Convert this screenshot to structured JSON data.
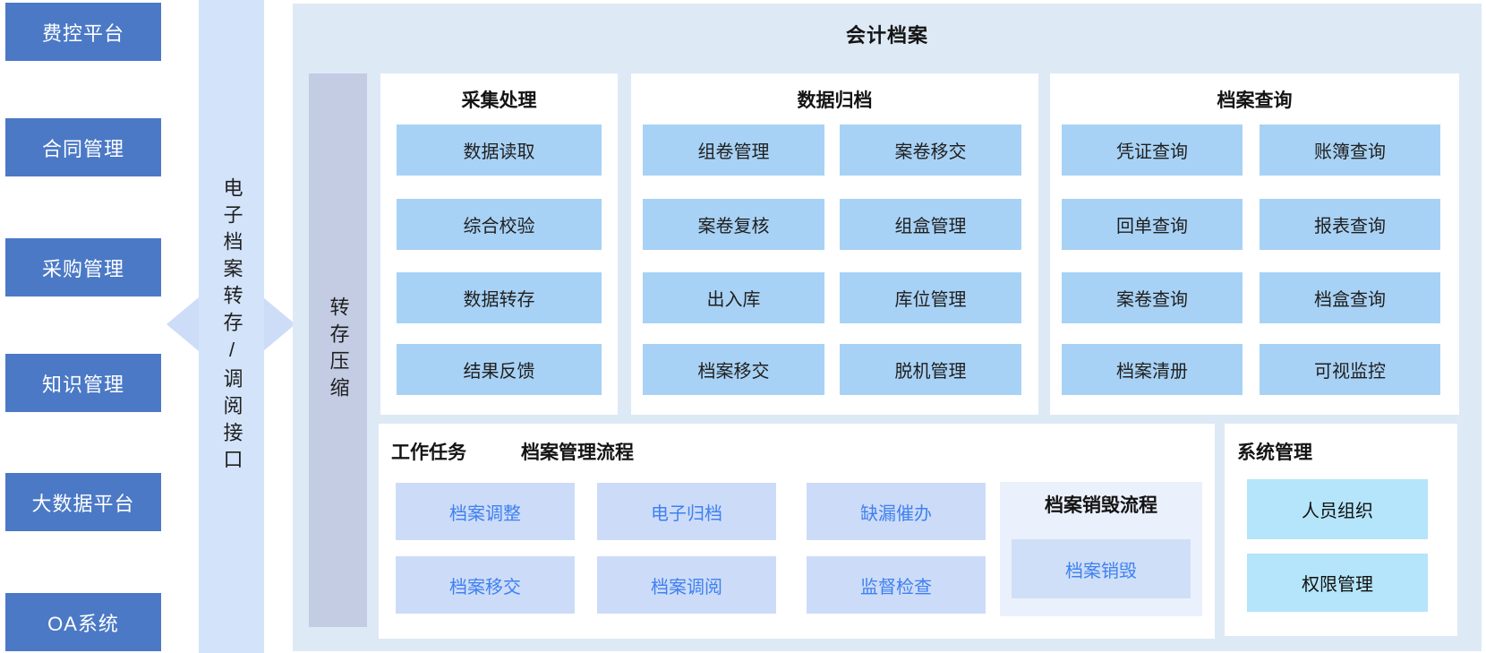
{
  "colors": {
    "external_system_blue": "#4b79c6",
    "interface_bar_blue": "#d3e3fa",
    "arrow_blue": "#cdddf7",
    "main_panel_bg": "#dee9f6",
    "compress_bar_bg": "#c3cce3",
    "module_button_blue": "#a8d2f5",
    "task_button_bg": "#ccdcf8",
    "task_button_text": "#4080f0",
    "destroy_panel_bg": "#eaf1fc",
    "system_button_cyan": "#b5e5fa"
  },
  "left_systems": [
    "费控平台",
    "合同管理",
    "采购管理",
    "知识管理",
    "大数据平台",
    "OA系统"
  ],
  "interface_bar": {
    "label": "电子档案转存/调阅接口"
  },
  "main": {
    "title": "会计档案",
    "compress_label": "转存压缩",
    "panels": [
      {
        "title": "采集处理",
        "buttons": [
          "数据读取",
          "综合校验",
          "数据转存",
          "结果反馈"
        ]
      },
      {
        "title": "数据归档",
        "buttons": [
          "组卷管理",
          "案卷移交",
          "案卷复核",
          "组盒管理",
          "出入库",
          "库位管理",
          "档案移交",
          "脱机管理"
        ]
      },
      {
        "title": "档案查询",
        "buttons": [
          "凭证查询",
          "账簿查询",
          "回单查询",
          "报表查询",
          "案卷查询",
          "档盒查询",
          "档案清册",
          "可视监控"
        ]
      }
    ],
    "tasks": {
      "label": "工作任务",
      "process_label": "档案管理流程",
      "buttons": [
        "档案调整",
        "电子归档",
        "缺漏催办",
        "档案移交",
        "档案调阅",
        "监督检查"
      ],
      "destroy": {
        "title": "档案销毁流程",
        "button": "档案销毁"
      }
    },
    "system": {
      "title": "系统管理",
      "buttons": [
        "人员组织",
        "权限管理"
      ]
    }
  }
}
